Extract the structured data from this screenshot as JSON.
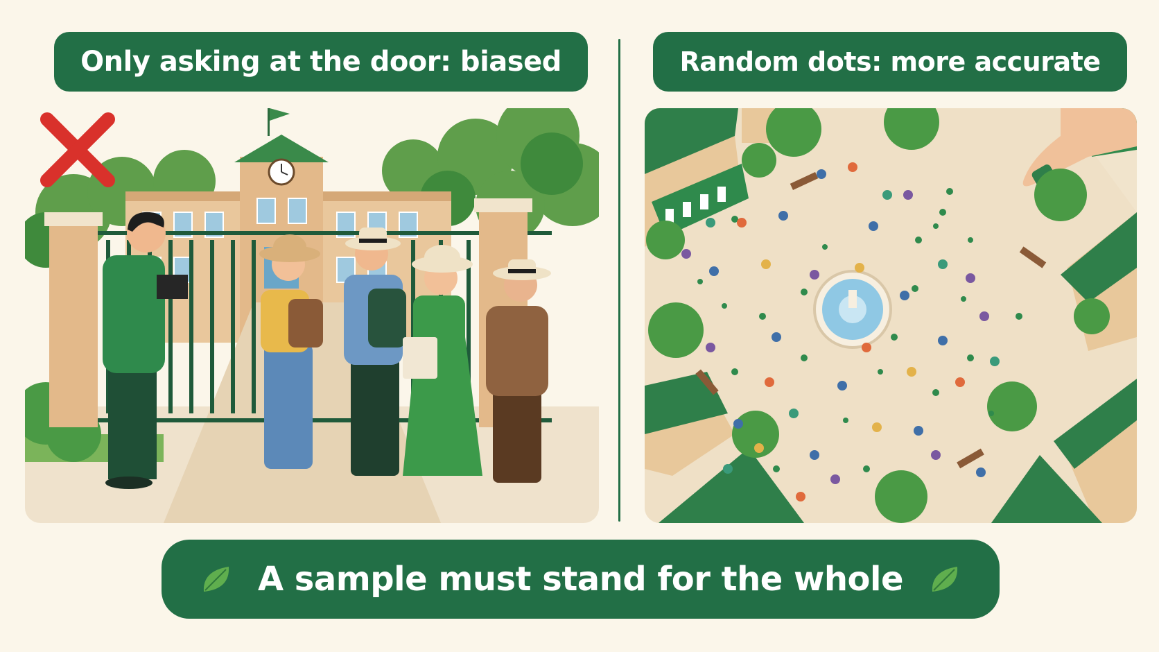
{
  "banners": {
    "left": "Only asking at the door: biased",
    "right": "Random dots: more accurate",
    "bottom": "A sample must stand for the whole"
  },
  "colors": {
    "brand_green": "#226f46",
    "background": "#fbf6ea",
    "wrong_mark": "#d9312b"
  },
  "icons": {
    "wrong_mark": "cross-icon",
    "leaf": "leaf-icon"
  }
}
